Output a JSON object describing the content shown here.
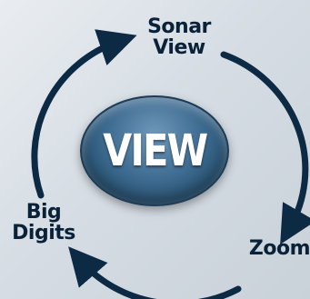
{
  "diagram": {
    "center_label": "VIEW",
    "nodes": [
      {
        "id": "sonar-view",
        "lines": [
          "Sonar",
          "View"
        ]
      },
      {
        "id": "zoom",
        "lines": [
          "Zoom"
        ]
      },
      {
        "id": "big-digits",
        "lines": [
          "Big",
          "Digits"
        ]
      }
    ],
    "colors": {
      "arrow": "#0d2a44",
      "text": "#0a2238",
      "button": "#3f6c92",
      "button_text": "#ffffff"
    }
  }
}
